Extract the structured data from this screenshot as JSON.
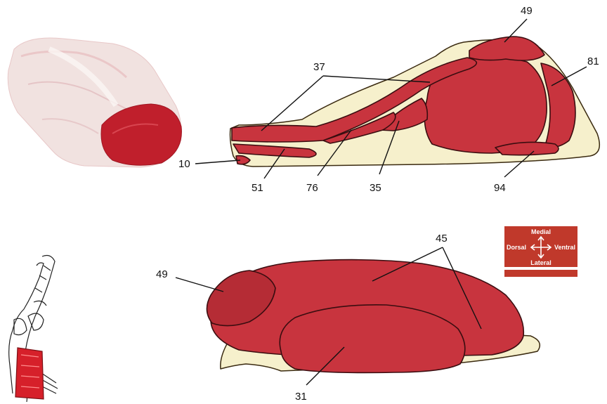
{
  "colors": {
    "muscle": "#c8343e",
    "fat": "#f6f0cc",
    "orientation_box": "#c0392b",
    "leader": "#111111"
  },
  "top_section_labels": {
    "l37": "37",
    "l49": "49",
    "l81": "81",
    "l10": "10",
    "l51": "51",
    "l76": "76",
    "l35": "35",
    "l94": "94"
  },
  "bottom_section_labels": {
    "l49": "49",
    "l45": "45",
    "l31": "31"
  },
  "orientation": {
    "medial": "Medial",
    "dorsal": "Dorsal",
    "ventral": "Ventral",
    "lateral": "Lateral",
    "icon": "four-way-arrow-icon"
  },
  "images": {
    "raw_cut": "raw-striploin-photo",
    "carcass": "carcass-outline-locator"
  }
}
